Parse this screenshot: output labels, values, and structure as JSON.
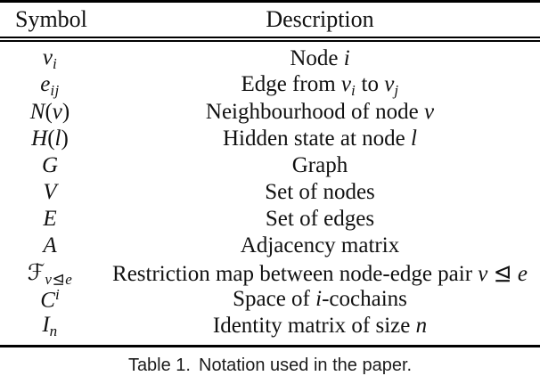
{
  "page": {
    "background_color": "#ffffff",
    "text_color": "#111111",
    "rule_color": "#000000"
  },
  "table": {
    "headers": {
      "symbol": "Symbol",
      "description": "Description"
    },
    "rows": [
      {
        "symbol": [
          {
            "s": "i",
            "x": "v"
          },
          {
            "s": "sub",
            "x": "i"
          }
        ],
        "description": [
          {
            "s": "t",
            "x": "Node "
          },
          {
            "s": "i",
            "x": "i"
          }
        ]
      },
      {
        "symbol": [
          {
            "s": "i",
            "x": "e"
          },
          {
            "s": "sub",
            "x": "ij"
          }
        ],
        "description": [
          {
            "s": "t",
            "x": "Edge from "
          },
          {
            "s": "i",
            "x": "v"
          },
          {
            "s": "sub",
            "x": "i"
          },
          {
            "s": "t",
            "x": " to "
          },
          {
            "s": "i",
            "x": "v"
          },
          {
            "s": "sub",
            "x": "j"
          }
        ]
      },
      {
        "symbol": [
          {
            "s": "i",
            "x": "N"
          },
          {
            "s": "t",
            "x": "("
          },
          {
            "s": "i",
            "x": "v"
          },
          {
            "s": "t",
            "x": ")"
          }
        ],
        "description": [
          {
            "s": "t",
            "x": "Neighbourhood of node "
          },
          {
            "s": "i",
            "x": "v"
          }
        ]
      },
      {
        "symbol": [
          {
            "s": "i",
            "x": "H"
          },
          {
            "s": "t",
            "x": "("
          },
          {
            "s": "i",
            "x": "l"
          },
          {
            "s": "t",
            "x": ")"
          }
        ],
        "description": [
          {
            "s": "t",
            "x": "Hidden state at node "
          },
          {
            "s": "i",
            "x": "l"
          }
        ]
      },
      {
        "symbol": [
          {
            "s": "i",
            "x": "G"
          }
        ],
        "description": [
          {
            "s": "t",
            "x": "Graph"
          }
        ]
      },
      {
        "symbol": [
          {
            "s": "i",
            "x": "V"
          }
        ],
        "description": [
          {
            "s": "t",
            "x": "Set of nodes"
          }
        ]
      },
      {
        "symbol": [
          {
            "s": "i",
            "x": "E"
          }
        ],
        "description": [
          {
            "s": "t",
            "x": "Set of edges"
          }
        ]
      },
      {
        "symbol": [
          {
            "s": "i",
            "x": "A"
          }
        ],
        "description": [
          {
            "s": "t",
            "x": "Adjacency matrix"
          }
        ]
      },
      {
        "symbol": [
          {
            "s": "cal",
            "x": "ℱ"
          },
          {
            "s": "sub",
            "x": "v⊴e"
          }
        ],
        "description": [
          {
            "s": "t",
            "x": "Restriction map between node-edge pair "
          },
          {
            "s": "i",
            "x": "v"
          },
          {
            "s": "t",
            "x": " ⊴ "
          },
          {
            "s": "i",
            "x": "e"
          }
        ]
      },
      {
        "symbol": [
          {
            "s": "i",
            "x": "C"
          },
          {
            "s": "sup",
            "x": "i"
          }
        ],
        "description": [
          {
            "s": "t",
            "x": "Space of "
          },
          {
            "s": "i",
            "x": "i"
          },
          {
            "s": "t",
            "x": "-cochains"
          }
        ]
      },
      {
        "symbol": [
          {
            "s": "i",
            "x": "I"
          },
          {
            "s": "sub",
            "x": "n"
          }
        ],
        "description": [
          {
            "s": "t",
            "x": "Identity matrix of size "
          },
          {
            "s": "i",
            "x": "n"
          }
        ]
      }
    ],
    "caption": {
      "label": "Table 1.",
      "text": "Notation used in the paper."
    }
  }
}
